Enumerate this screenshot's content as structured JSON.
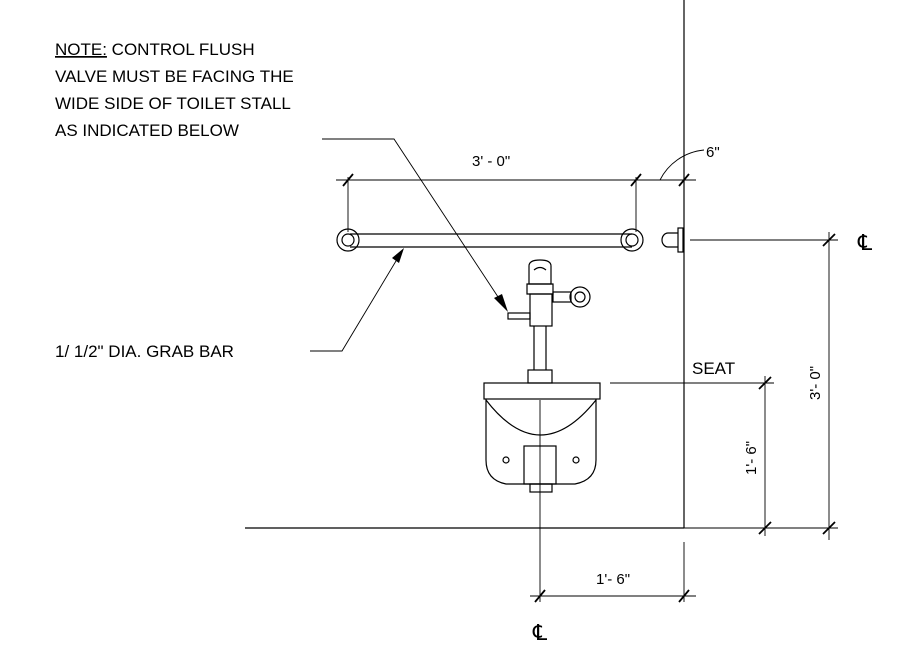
{
  "note": {
    "prefix": "NOTE:",
    "line1_rest": " CONTROL FLUSH",
    "line2": "VALVE MUST BE FACING THE",
    "line3": "WIDE SIDE OF TOILET STALL",
    "line4": "AS INDICATED BELOW"
  },
  "labels": {
    "grab_bar": "1/ 1/2\" DIA. GRAB BAR",
    "seat": "SEAT",
    "centerline_symbol": "℄"
  },
  "dimensions": {
    "grab_bar_length": "3' - 0\"",
    "wall_offset": "6\"",
    "centerline_height": "3'- 0\"",
    "seat_height": "1'- 6\"",
    "centerline_from_wall": "1'- 6\""
  }
}
